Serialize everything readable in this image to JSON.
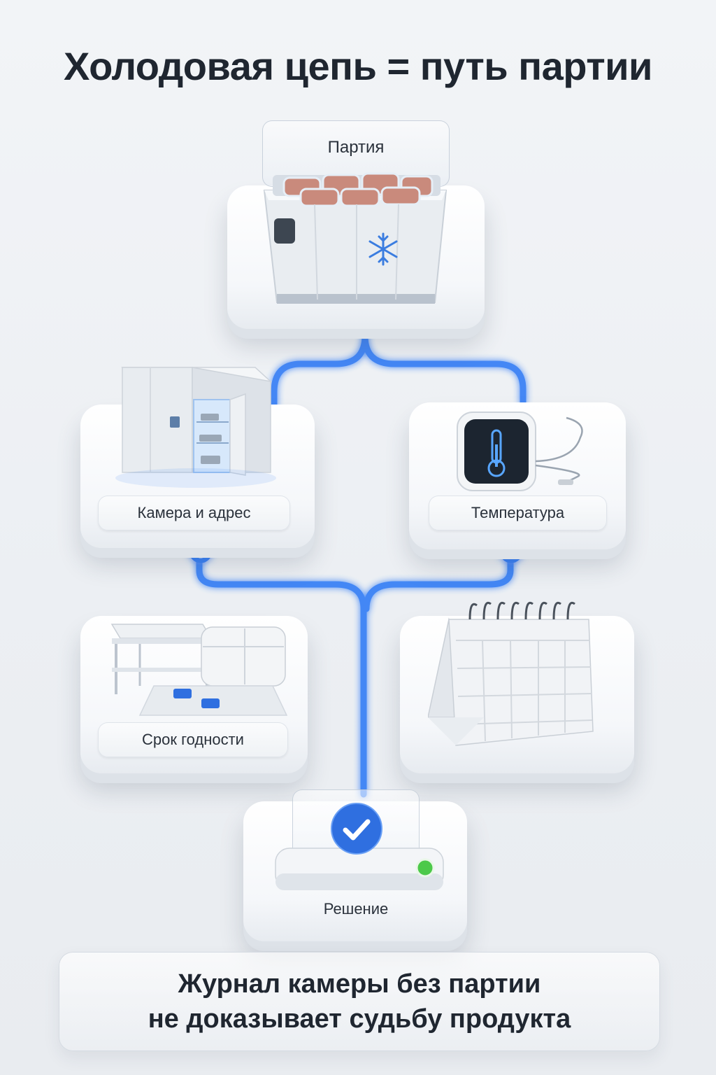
{
  "title": "Холодовая цепь = путь партии",
  "nodes": {
    "batch": "Партия",
    "chamber": "Камера и адрес",
    "temperature": "Температура",
    "shelf_life": "Срок годности",
    "decision": "Решение"
  },
  "icons": {
    "batch": "crate-snowflake-icon",
    "chamber": "cold-room-icon",
    "temperature": "thermometer-sensor-icon",
    "shelf_life": "shelving-storage-icon",
    "calendar": "calendar-icon",
    "decision": "checkmark-icon"
  },
  "footer": {
    "line1": "Журнал камеры без партии",
    "line2": "не доказывает судьбу продукта"
  },
  "colors": {
    "accent": "#3b82f6",
    "check": "#2f6fe0",
    "status_ok": "#4cc94a"
  }
}
